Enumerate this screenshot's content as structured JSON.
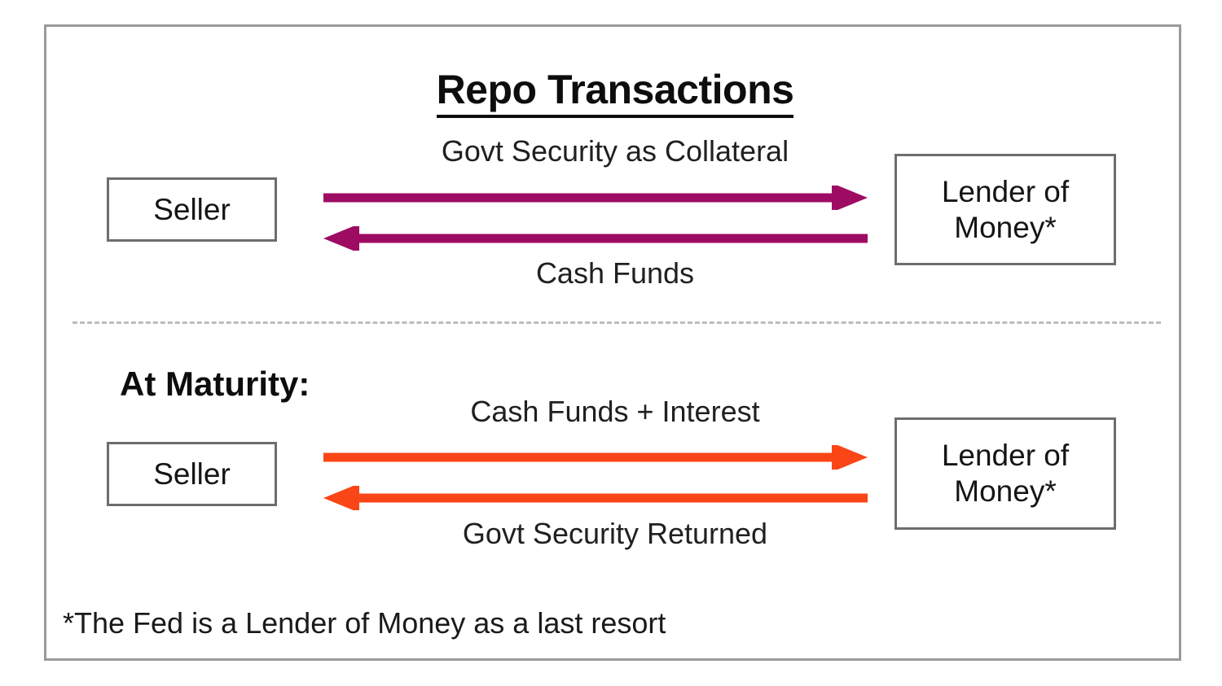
{
  "diagram": {
    "title": "Repo Transactions",
    "frame_color": "#9a9a9a",
    "box_border_color": "#6d6d6d",
    "divider_color": "#bdbdbd",
    "sections": [
      {
        "id": "initial-leg",
        "heading": "",
        "arrow_color": "#9e0b63",
        "left_node": "Seller",
        "right_node": "Lender of\nMoney*",
        "right_node_line1": "Lender of",
        "right_node_line2": "Money*",
        "top_label": "Govt Security as Collateral",
        "bottom_label": "Cash Funds",
        "top_arrow_direction": "right",
        "bottom_arrow_direction": "left"
      },
      {
        "id": "maturity-leg",
        "heading": "At Maturity:",
        "arrow_color": "#fa4616",
        "left_node": "Seller",
        "right_node": "Lender of\nMoney*",
        "right_node_line1": "Lender of",
        "right_node_line2": "Money*",
        "top_label": "Cash Funds + Interest",
        "bottom_label": "Govt Security Returned",
        "top_arrow_direction": "right",
        "bottom_arrow_direction": "left"
      }
    ],
    "footnote": "*The Fed is a Lender of Money  as a last resort"
  }
}
